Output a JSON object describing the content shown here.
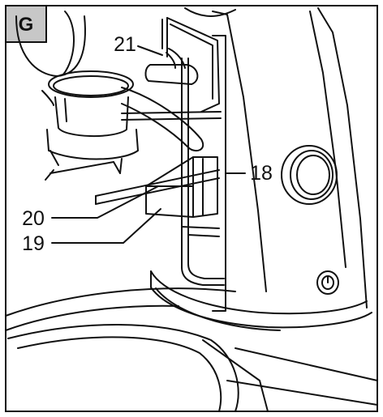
{
  "figure": {
    "panel_letter": "G",
    "callouts": {
      "c18": "18",
      "c19": "19",
      "c20": "20",
      "c21": "21"
    },
    "colors": {
      "line": "#111111",
      "panel_badge_bg": "#c7c7c7",
      "background": "#ffffff"
    }
  }
}
